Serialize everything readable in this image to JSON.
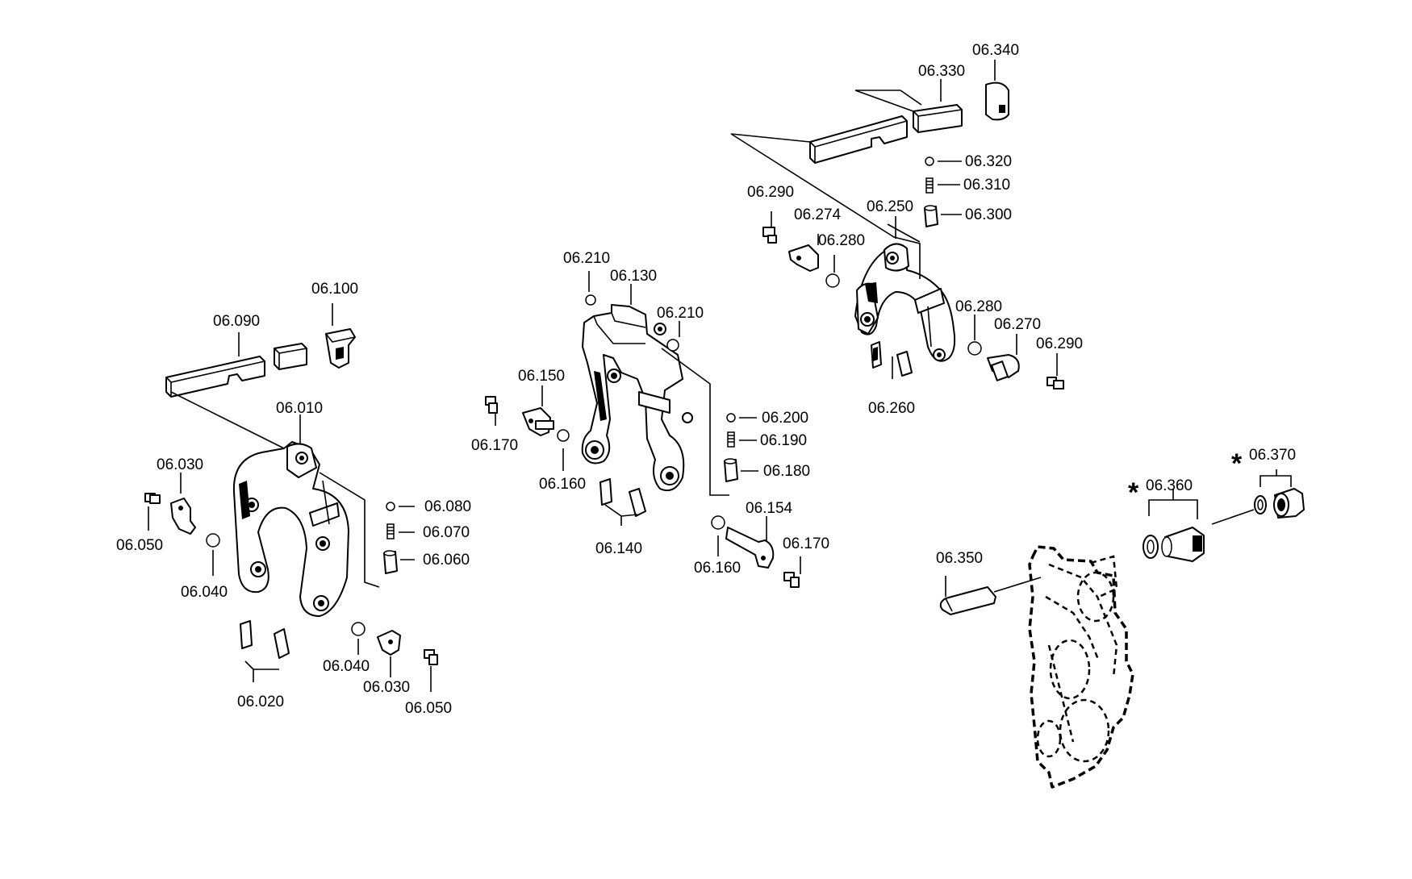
{
  "labels": {
    "p06_340": "06.340",
    "p06_330": "06.330",
    "p06_320": "06.320",
    "p06_310": "06.310",
    "p06_300": "06.300",
    "p06_290_a": "06.290",
    "p06_274": "06.274",
    "p06_250": "06.250",
    "p06_280_a": "06.280",
    "p06_280_b": "06.280",
    "p06_270": "06.270",
    "p06_290_b": "06.290",
    "p06_260": "06.260",
    "p06_210_a": "06.210",
    "p06_130": "06.130",
    "p06_210_b": "06.210",
    "p06_150": "06.150",
    "p06_170_a": "06.170",
    "p06_160_a": "06.160",
    "p06_200": "06.200",
    "p06_190": "06.190",
    "p06_180": "06.180",
    "p06_154": "06.154",
    "p06_170_b": "06.170",
    "p06_160_b": "06.160",
    "p06_140": "06.140",
    "p06_100": "06.100",
    "p06_090": "06.090",
    "p06_010": "06.010",
    "p06_030_a": "06.030",
    "p06_050_a": "06.050",
    "p06_040_a": "06.040",
    "p06_080": "06.080",
    "p06_070": "06.070",
    "p06_060": "06.060",
    "p06_020": "06.020",
    "p06_040_b": "06.040",
    "p06_030_b": "06.030",
    "p06_050_b": "06.050",
    "p06_350": "06.350",
    "p06_360": "06.360",
    "p06_370": "06.370",
    "star_360": "*",
    "star_370": "*"
  }
}
